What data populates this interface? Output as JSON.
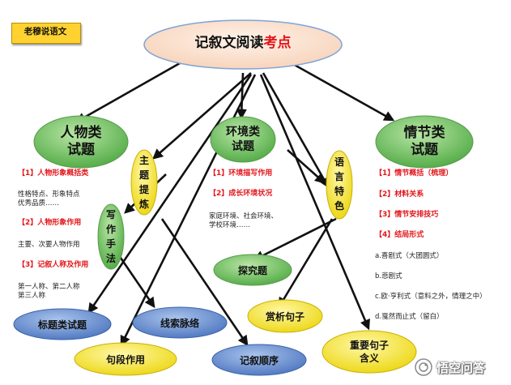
{
  "brand": {
    "label": "老穆说语文"
  },
  "center": {
    "prefix": "记叙文阅读",
    "highlight": "考点"
  },
  "nodes": {
    "character": {
      "line1": "人物类",
      "line2": "试题"
    },
    "environment": {
      "line1": "环境类",
      "line2": "试题"
    },
    "plot": {
      "line1": "情节类",
      "line2": "试题"
    },
    "theme": {
      "chars": [
        "主",
        "题",
        "提",
        "炼"
      ]
    },
    "writing": {
      "chars": [
        "写",
        "作",
        "手",
        "法"
      ]
    },
    "language": {
      "chars": [
        "语",
        "言",
        "特",
        "色"
      ]
    },
    "inquiry": "探究题",
    "title_question": "标题类试题",
    "clue": "线索脉络",
    "paragraph": "句段作用",
    "narrative_order": "记叙顺序",
    "appreciate": "赏析句子",
    "important": {
      "line1": "重要句子",
      "line2": "含义"
    }
  },
  "character_points": {
    "p1_title": "【1】人物形象概括类",
    "p1_desc1": "性格特点、形象特点",
    "p1_desc2": "优秀品质……",
    "p2_title": "【2】人物形象作用",
    "p2_desc": "主要、次要人物作用",
    "p3_title": "【3】记叙人称及作用",
    "p3_desc1": "第一人称、第二人称",
    "p3_desc2": "第三人称"
  },
  "environment_points": {
    "p1_title": "【1】环境描写作用",
    "p2_title": "【2】成长环境状况",
    "desc1": "家庭环境、社会环境、",
    "desc2": "学校环境……"
  },
  "plot_points": {
    "p1": "【1】情节概括（梳理）",
    "p2": "【2】材料关系",
    "p3": "【3】情节安排技巧",
    "p4": "【4】结局形式",
    "a": "a.喜剧式（大团圆式）",
    "b": "b.悲剧式",
    "c": "c.欧·亨利式（意料之外，情理之中）",
    "d": "d.戛然而止式（留白）"
  },
  "watermark": "悟空问答",
  "colors": {
    "green": "#5cb85c",
    "yellow": "#f3e01e",
    "blue": "#5a84c6",
    "red": "#e3161b",
    "center_fill": "#fde4d2",
    "badge": "#ffd230"
  }
}
